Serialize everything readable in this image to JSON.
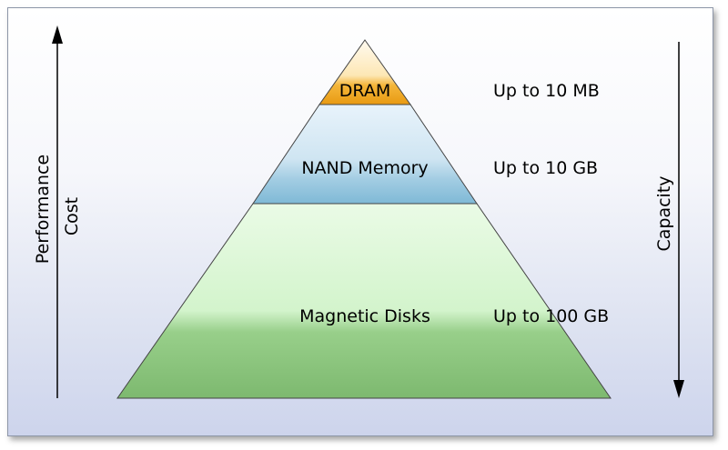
{
  "levels": [
    {
      "name": "DRAM",
      "capacity": "Up to 10 MB"
    },
    {
      "name": "NAND Memory",
      "capacity": "Up to 10 GB"
    },
    {
      "name": "Magnetic Disks",
      "capacity": "Up to 100 GB"
    }
  ],
  "left_axis": {
    "line1": "Performance",
    "line2": "Cost"
  },
  "right_axis": {
    "label": "Capacity"
  },
  "colors": {
    "dram": "#f0a71c",
    "nand": "#8fc3dd",
    "disk": "#85bd78",
    "arrow": "#000000"
  }
}
